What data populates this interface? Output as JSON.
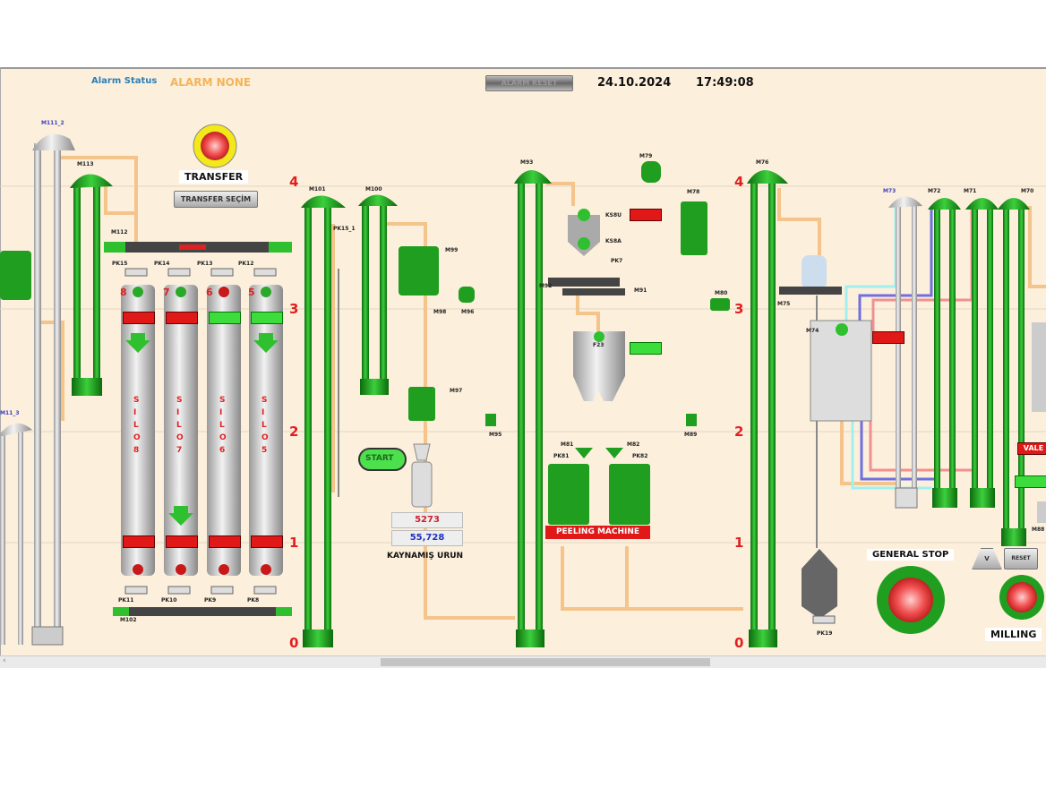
{
  "header": {
    "alarm_status_label": "Alarm Status",
    "alarm_status_value": "ALARM NONE",
    "alarm_reset_label": "ALARM RESET",
    "date": "24.10.2024",
    "time": "17:49:08"
  },
  "transfer": {
    "title": "TRANSFER",
    "select_button": "TRANSFER SEÇİM"
  },
  "levels": [
    "4",
    "3",
    "2",
    "1",
    "0"
  ],
  "silos": [
    {
      "name": "SILO 8",
      "num": "8"
    },
    {
      "name": "SILO 7",
      "num": "7"
    },
    {
      "name": "SILO 6",
      "num": "6"
    },
    {
      "name": "SILO 5",
      "num": "5"
    }
  ],
  "tags": {
    "m111_2": "M111_2",
    "m113": "M113",
    "m112": "M112",
    "pk15": "PK15",
    "pk14": "PK14",
    "pk13": "PK13",
    "pk12": "PK12",
    "m101": "M101",
    "m100": "M100",
    "pk15_1": "PK15_1",
    "m99": "M99",
    "m98": "M98",
    "m96": "M96",
    "m97": "M97",
    "m95": "M95",
    "m93": "M93",
    "m79": "M79",
    "ks8u": "KS8U",
    "ks8a": "KS8A",
    "pk7": "PK7",
    "m92": "M92",
    "m91": "M91",
    "m78": "M78",
    "m80": "M80",
    "m76": "M76",
    "m75": "M75",
    "m73": "M73",
    "m72": "M72",
    "m71": "M71",
    "m70": "M70",
    "m74": "M74",
    "m88": "M88",
    "m89": "M89",
    "m81": "M81",
    "m82": "M82",
    "pk81": "PK81",
    "pk82": "PK82",
    "pk11": "PK11",
    "pk10": "PK10",
    "pk9": "PK9",
    "pk8": "PK8",
    "m102": "M102",
    "pk19": "PK19",
    "m11_3": "M11_3",
    "f23": "F23"
  },
  "kaynamis": {
    "start_label": "START",
    "counter_value": "5273",
    "rate_value": "55,728",
    "title": "KAYNAMIŞ URUN"
  },
  "peeling": {
    "title": "PEELING MACHINE"
  },
  "controls": {
    "general_stop": "GENERAL STOP",
    "milling": "MILLING",
    "valve_badge": "VALE",
    "small_btn_v": "V",
    "small_btn_reset": "RESET"
  },
  "colors": {
    "background": "#fcefdc",
    "equipment": "#1f9e1f",
    "alarm": "#e01818",
    "pipe": "#f4c48a"
  }
}
